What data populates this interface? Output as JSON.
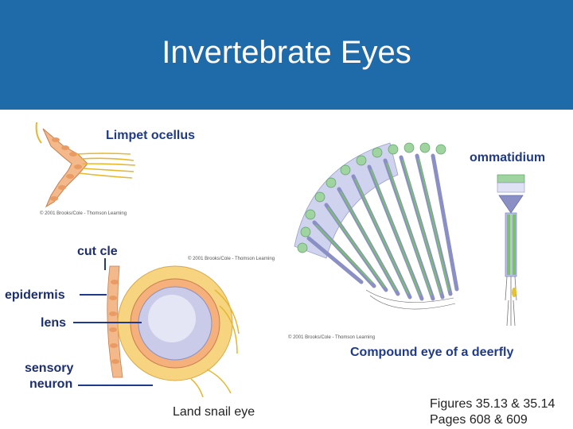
{
  "slide": {
    "title": "Invertebrate Eyes",
    "header_color": "#1f6aa8"
  },
  "labels": {
    "limpet": "Limpet ocellus",
    "ommatidium": "ommatidium",
    "cuticle": "cut cle",
    "epidermis": "epidermis",
    "lens": "lens",
    "sensory": "sensory",
    "neuron": "neuron",
    "compound": "Compound eye of a deerfly",
    "snail": "Land snail eye"
  },
  "citations": {
    "limpet": "© 2001 Brooks/Cole - Thomson Learning",
    "snail": "© 2001 Brooks/Cole - Thomson Learning",
    "compound": "© 2001 Brooks/Cole - Thomson Learning"
  },
  "footer": {
    "figures": "Figures 35.13 & 35.14",
    "pages": "Pages 608 & 609"
  }
}
